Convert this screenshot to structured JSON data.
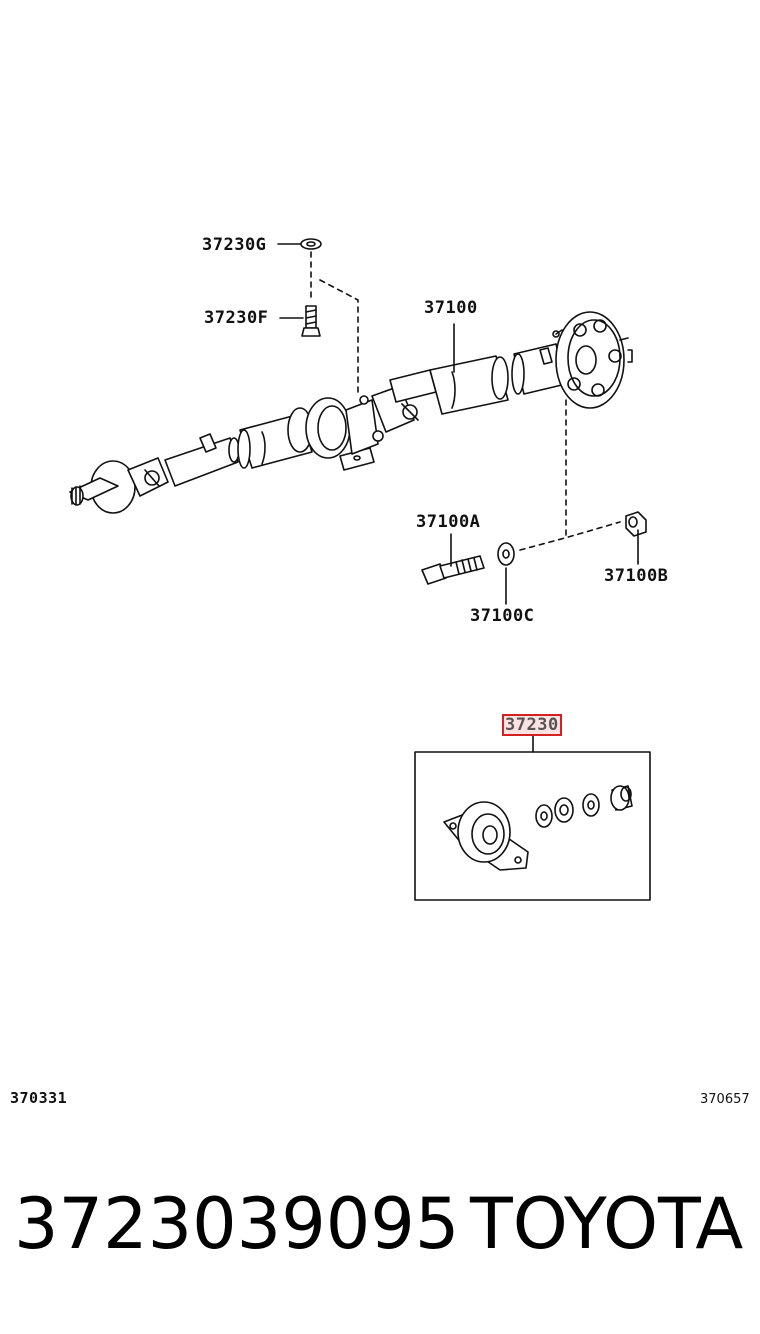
{
  "callouts": {
    "c_37230G": "37230G",
    "c_37230F": "37230F",
    "c_37100": "37100",
    "c_37100A": "37100A",
    "c_37100B": "37100B",
    "c_37100C": "37100C",
    "c_37230": "37230"
  },
  "footer_codes": {
    "left": "370331",
    "right": "370657"
  },
  "caption": {
    "part_number": "3723039095",
    "brand": "TOYOTA"
  },
  "colors": {
    "line": "#111111",
    "highlight_border": "#d42020",
    "highlight_fill": "#fbe3e3"
  }
}
